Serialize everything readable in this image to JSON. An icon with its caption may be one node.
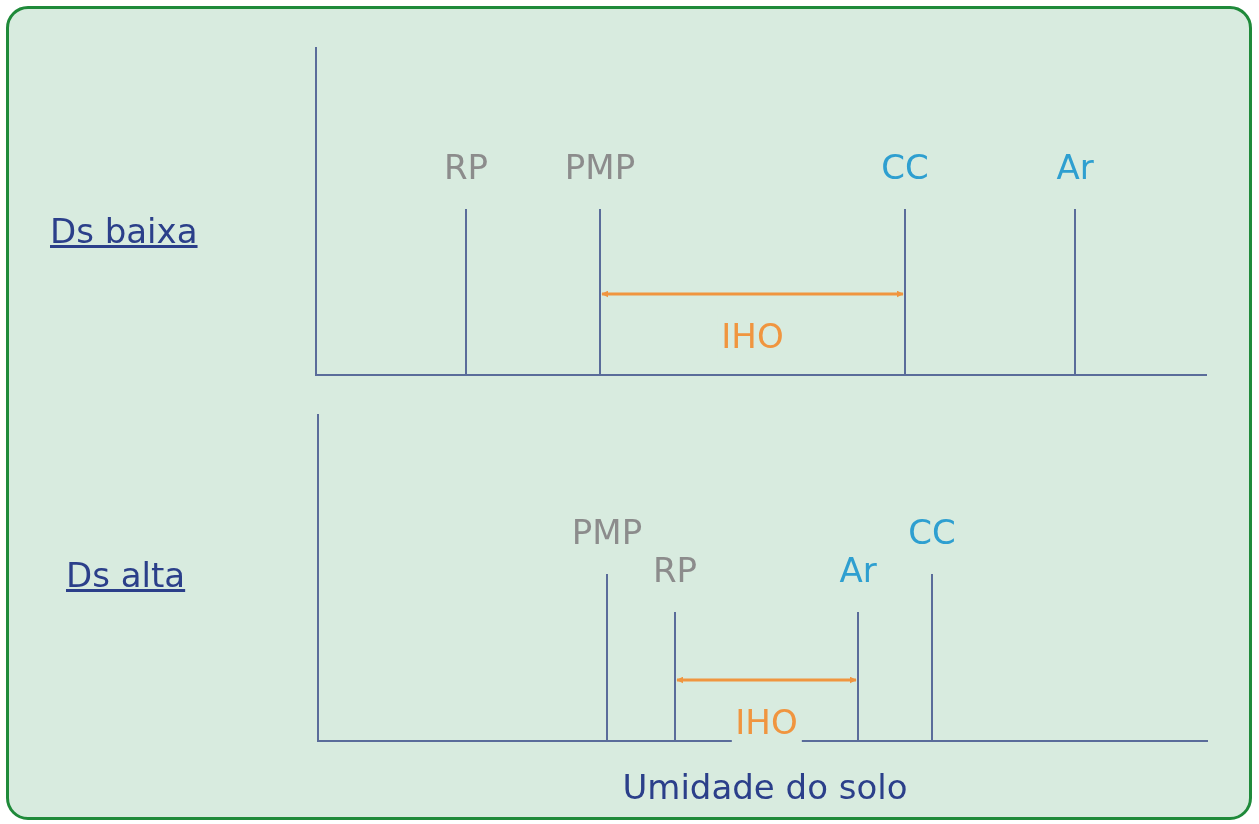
{
  "diagram": {
    "nodes": [
      {
        "text": [
          "RP"
        ]
      },
      {
        "text": [
          "PMP"
        ]
      },
      {
        "text": [
          "CC"
        ]
      },
      {
        "text": [
          "Ar"
        ]
      },
      {
        "text": [
          "PMP"
        ]
      },
      {
        "text": [
          "RP"
        ]
      },
      {
        "text": [
          "Ar"
        ]
      },
      {
        "text": [
          "CC"
        ]
      }
    ],
    "edges": [
      {
        "from": 1,
        "to": 2,
        "arrow": "both",
        "label": "IHO"
      },
      {
        "from": 5,
        "to": 6,
        "arrow": "both",
        "label": "IHO"
      }
    ],
    "labels": [
      "Ds baixa",
      "Ds alta",
      "Umidade do solo"
    ]
  }
}
